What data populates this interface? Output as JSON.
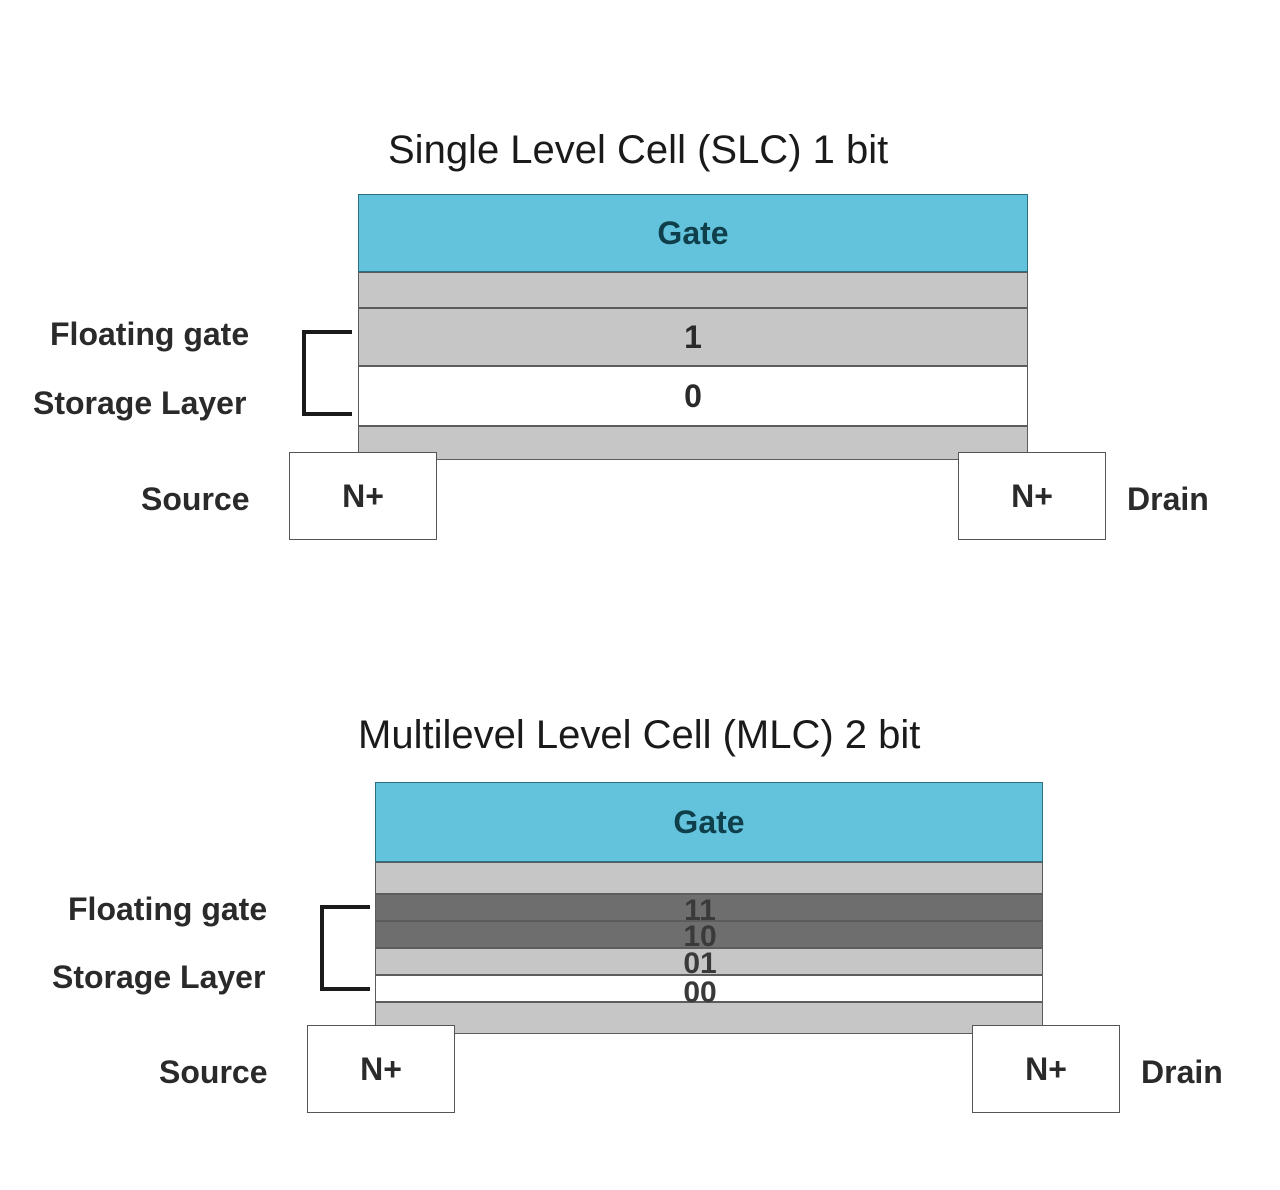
{
  "slc": {
    "title": "Single Level Cell (SLC) 1 bit",
    "gate_label": "Gate",
    "floating_gate_value": "1",
    "storage_layer_value": "0",
    "floating_gate_label": "Floating gate",
    "storage_layer_label": "Storage Layer",
    "source_label": "Source",
    "drain_label": "Drain",
    "source_region": "N+",
    "drain_region": "N+"
  },
  "mlc": {
    "title": "Multilevel Level Cell (MLC) 2 bit",
    "gate_label": "Gate",
    "levels": [
      "11",
      "10",
      "01",
      "00"
    ],
    "floating_gate_label": "Floating gate",
    "storage_layer_label": "Storage Layer",
    "source_label": "Source",
    "drain_label": "Drain",
    "source_region": "N+",
    "drain_region": "N+"
  },
  "colors": {
    "gate": "#63c3dc",
    "oxide": "#c6c6c6",
    "dark_level": "#6e6e6e"
  }
}
